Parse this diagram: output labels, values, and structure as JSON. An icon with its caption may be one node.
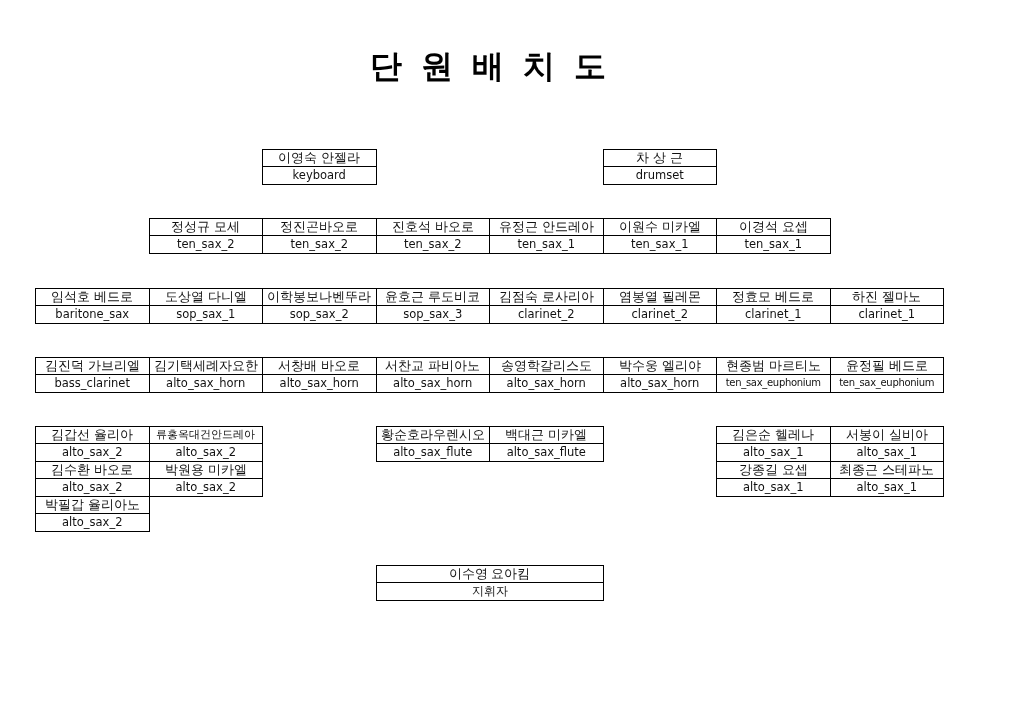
{
  "diagram": {
    "title": "단 원 배 치 도",
    "nodes": [
      {
        "text": [
          "이영숙 안젤라",
          "keyboard"
        ]
      },
      {
        "text": [
          "차 상 근",
          "drumset"
        ]
      },
      {
        "text": [
          "정성규 모세",
          "ten_sax_2"
        ]
      },
      {
        "text": [
          "정진곤바오로",
          "ten_sax_2"
        ]
      },
      {
        "text": [
          "진호석 바오로",
          "ten_sax_2"
        ]
      },
      {
        "text": [
          "유정근 안드레아",
          "ten_sax_1"
        ]
      },
      {
        "text": [
          "이원수 미카엘",
          "ten_sax_1"
        ]
      },
      {
        "text": [
          "이경석 요셉",
          "ten_sax_1"
        ]
      },
      {
        "text": [
          "임석호 베드로",
          "baritone_sax"
        ]
      },
      {
        "text": [
          "도상열 다니엘",
          "sop_sax_1"
        ]
      },
      {
        "text": [
          "이학봉보나벤뚜라",
          "sop_sax_2"
        ]
      },
      {
        "text": [
          "윤호근 루도비코",
          "sop_sax_3"
        ]
      },
      {
        "text": [
          "김점숙 로사리아",
          "clarinet_2"
        ]
      },
      {
        "text": [
          "염봉열 필레몬",
          "clarinet_2"
        ]
      },
      {
        "text": [
          "정효모 베드로",
          "clarinet_1"
        ]
      },
      {
        "text": [
          "하진 젤마노",
          "clarinet_1"
        ]
      },
      {
        "text": [
          "김진덕 가브리엘",
          "bass_clarinet"
        ]
      },
      {
        "text": [
          "김기택세례자요한",
          "alto_sax_horn"
        ]
      },
      {
        "text": [
          "서창배 바오로",
          "alto_sax_horn"
        ]
      },
      {
        "text": [
          "서찬교 파비아노",
          "alto_sax_horn"
        ]
      },
      {
        "text": [
          "송영학갈리스도",
          "alto_sax_horn"
        ]
      },
      {
        "text": [
          "박수웅 엘리야",
          "alto_sax_horn"
        ]
      },
      {
        "text": [
          "현종범 마르티노",
          "ten_sax_euphonium"
        ]
      },
      {
        "text": [
          "윤정필 베드로",
          "ten_sax_euphonium"
        ]
      },
      {
        "text": [
          "김갑선 율리아",
          "alto_sax_2"
        ]
      },
      {
        "text": [
          "류홍옥대건안드레아",
          "alto_sax_2"
        ]
      },
      {
        "text": [
          "황순호라우렌시오",
          "alto_sax_flute"
        ]
      },
      {
        "text": [
          "백대근 미카엘",
          "alto_sax_flute"
        ]
      },
      {
        "text": [
          "김은순 헬레나",
          "alto_sax_1"
        ]
      },
      {
        "text": [
          "서봉이 실비아",
          "alto_sax_1"
        ]
      },
      {
        "text": [
          "김수환 바오로",
          "alto_sax_2"
        ]
      },
      {
        "text": [
          "박원용 미카엘",
          "alto_sax_2"
        ]
      },
      {
        "text": [
          "강종길 요셉",
          "alto_sax_1"
        ]
      },
      {
        "text": [
          "최종근 스테파노",
          "alto_sax_1"
        ]
      },
      {
        "text": [
          "박필갑 율리아노",
          "alto_sax_2"
        ]
      },
      {
        "text": [
          "이수영 요아킴",
          "지휘자"
        ]
      }
    ]
  }
}
